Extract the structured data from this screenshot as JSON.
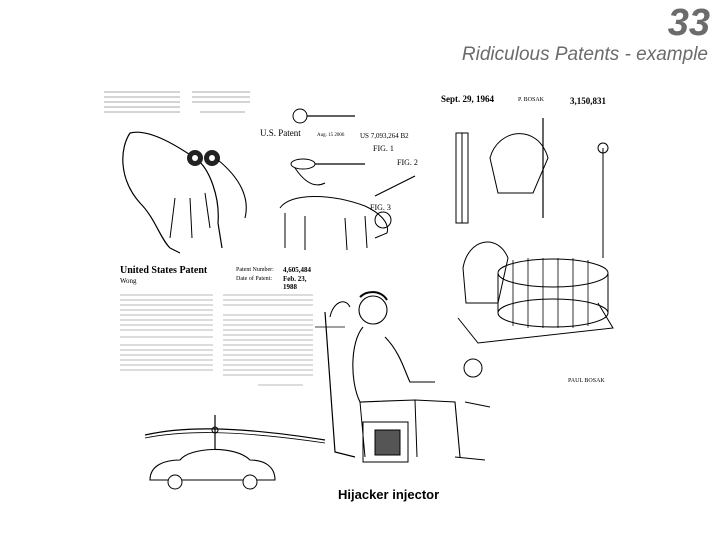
{
  "slide": {
    "number": "33",
    "title": "Ridiculous Patents - example",
    "caption": "Hijacker injector"
  },
  "patent_top_center": {
    "header": "U.S. Patent",
    "date": "Aug. 15 2006",
    "number": "US 7,093,264 B2",
    "fig1": "FIG. 1",
    "fig2": "FIG. 2",
    "fig3": "FIG. 3"
  },
  "patent_right": {
    "date": "Sept. 29, 1964",
    "inventor": "P. BOSAK",
    "number": "3,150,831",
    "signature_name": "PAUL BOSAK"
  },
  "patent_mid_left": {
    "header": "United States Patent",
    "inventor": "Wong",
    "patent_number_label": "Patent Number:",
    "patent_number": "4,605,484",
    "date_label": "Date of Patent:",
    "date": "Feb. 23, 1988"
  }
}
